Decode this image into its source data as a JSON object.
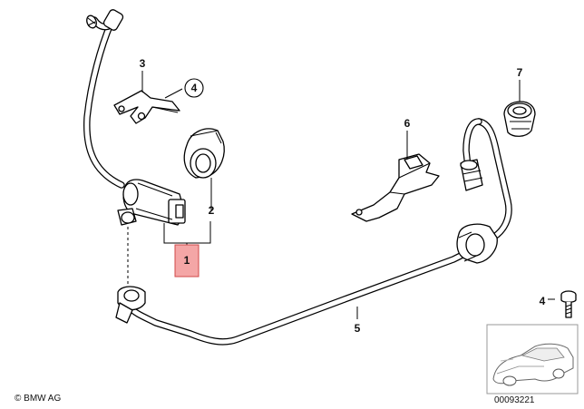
{
  "callouts": {
    "c1": "1",
    "c2": "2",
    "c3": "3",
    "c4": "4",
    "c5": "5",
    "c6": "6",
    "c7": "7",
    "c4b": "4"
  },
  "footer": {
    "copyright": "© BMW AG",
    "diagram_number": "00093221"
  },
  "colors": {
    "highlight_fill": "#f4a6a6",
    "highlight_border": "#d04848"
  }
}
